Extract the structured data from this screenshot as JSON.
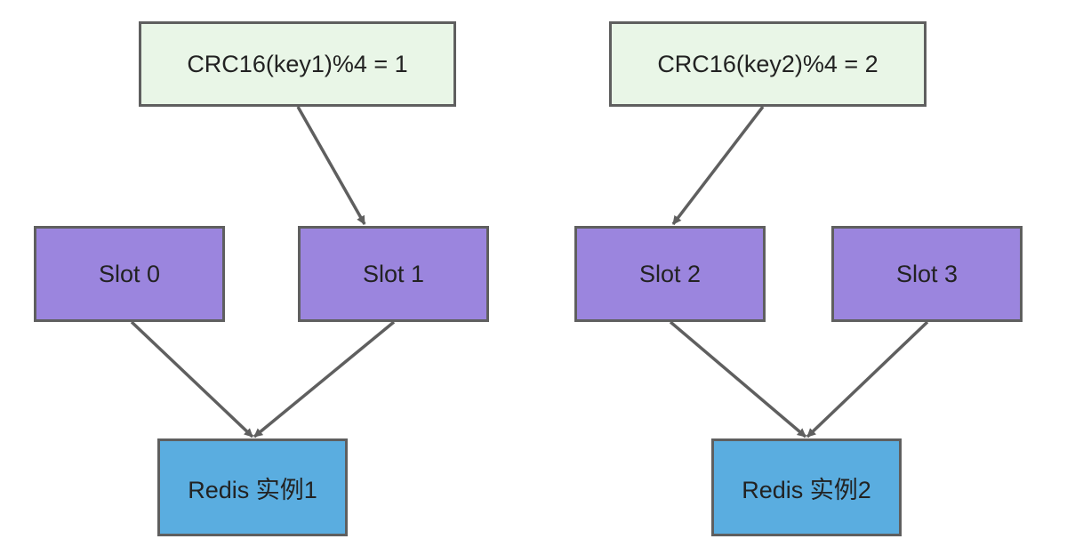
{
  "diagram": {
    "nodes": {
      "hash1": "CRC16(key1)%4 = 1",
      "hash2": "CRC16(key2)%4 = 2",
      "slot0": "Slot 0",
      "slot1": "Slot 1",
      "slot2": "Slot 2",
      "slot3": "Slot 3",
      "redis1": "Redis 实例1",
      "redis2": "Redis 实例2"
    },
    "edges": [
      {
        "from": "hash1",
        "to": "slot1"
      },
      {
        "from": "hash2",
        "to": "slot2"
      },
      {
        "from": "slot0",
        "to": "redis1"
      },
      {
        "from": "slot1",
        "to": "redis1"
      },
      {
        "from": "slot2",
        "to": "redis2"
      },
      {
        "from": "slot3",
        "to": "redis2"
      }
    ],
    "colors": {
      "hash_fill": "#e9f6e7",
      "slot_fill": "#9b85de",
      "redis_fill": "#5aade0",
      "stroke": "#5f5f5f"
    }
  }
}
